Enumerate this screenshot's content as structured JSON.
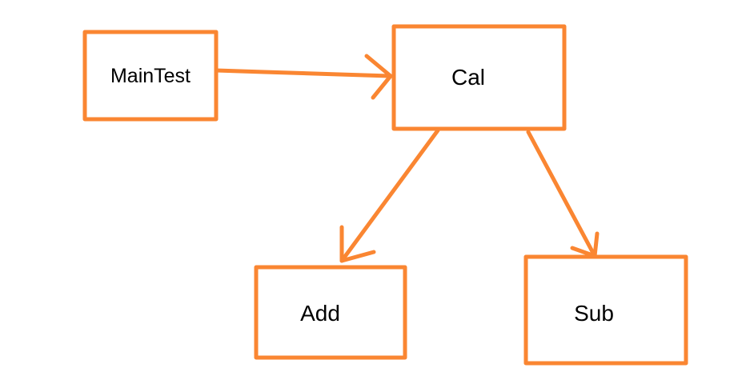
{
  "colors": {
    "stroke": "#FA8632",
    "text": "#000000",
    "background": "#FFFFFF"
  },
  "nodes": {
    "maintest": {
      "label": "MainTest"
    },
    "cal": {
      "label": "Cal"
    },
    "add": {
      "label": "Add"
    },
    "sub": {
      "label": "Sub"
    }
  },
  "edges": [
    {
      "from": "MainTest",
      "to": "Cal"
    },
    {
      "from": "Cal",
      "to": "Add"
    },
    {
      "from": "Cal",
      "to": "Sub"
    }
  ]
}
